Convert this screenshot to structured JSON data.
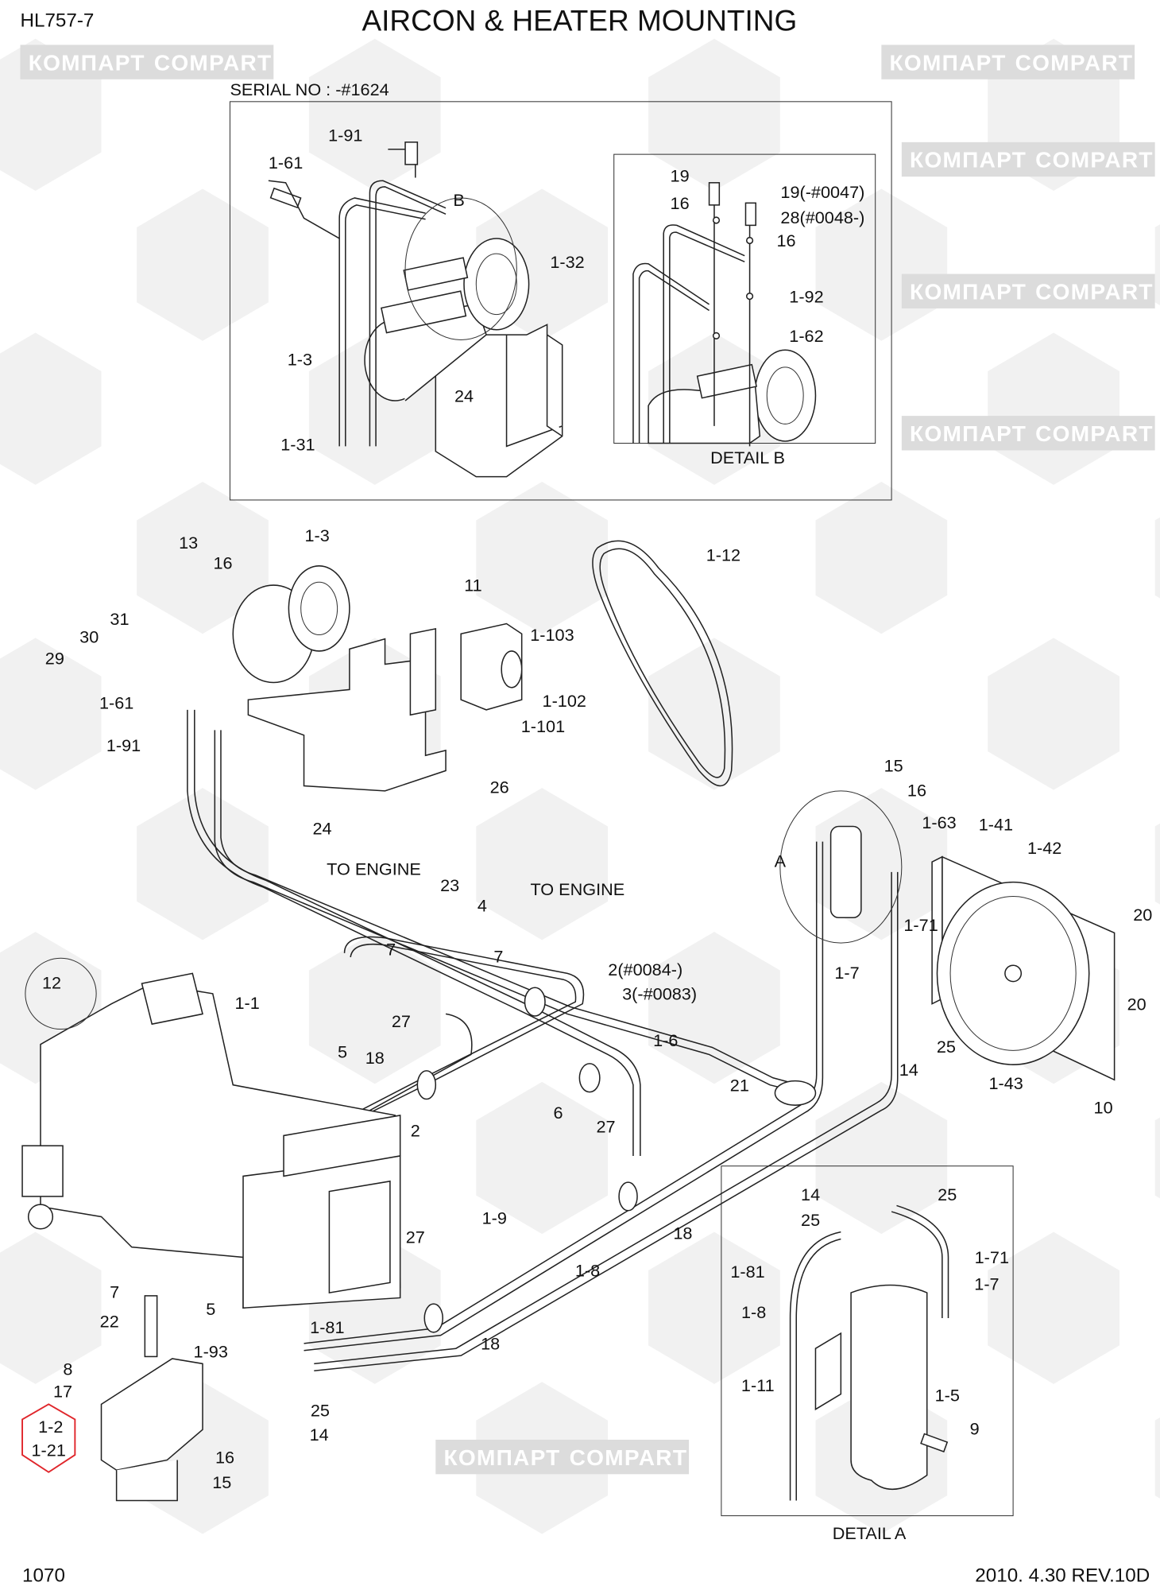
{
  "header": {
    "model": "HL757-7",
    "title": "AIRCON & HEATER MOUNTING"
  },
  "inset": {
    "serial": "SERIAL NO : -#1624",
    "detail_b": "DETAIL B"
  },
  "detail_a": "DETAIL A",
  "footer": {
    "page": "1070",
    "revision": "2010. 4.30  REV.10D"
  },
  "watermark": {
    "left": "КОМПАРТ",
    "right": "COMPART"
  },
  "highlight_color": "#e0262b",
  "callouts": {
    "inset": [
      "1-91",
      "1-61",
      "B",
      "1-32",
      "1-3",
      "24",
      "1-31",
      "19",
      "16",
      "19(-#0047)",
      "28(#0048-)",
      "16",
      "1-92",
      "1-62"
    ],
    "main": [
      "13",
      "1-3",
      "16",
      "1-12",
      "11",
      "30",
      "31",
      "1-103",
      "29",
      "1-61",
      "1-102",
      "1-101",
      "1-91",
      "26",
      "24",
      "15",
      "16",
      "1-63",
      "1-41",
      "1-42",
      "A",
      "TO ENGINE",
      "23",
      "TO ENGINE",
      "4",
      "7",
      "7",
      "2(#0084-)",
      "3(-#0083)",
      "1-71",
      "20",
      "1-7",
      "12",
      "1-1",
      "27",
      "20",
      "5",
      "18",
      "25",
      "1-6",
      "14",
      "1-43",
      "21",
      "2",
      "6",
      "10",
      "27",
      "1-9",
      "18",
      "27",
      "1-8",
      "7",
      "5",
      "22",
      "1-81",
      "18",
      "1-93",
      "8",
      "17",
      "25",
      "14",
      "16",
      "15"
    ],
    "detail_a": [
      "14",
      "25",
      "25",
      "1-71",
      "1-81",
      "1-7",
      "1-8",
      "1-11",
      "1-5",
      "9"
    ],
    "highlighted": [
      "1-2",
      "1-21"
    ]
  }
}
